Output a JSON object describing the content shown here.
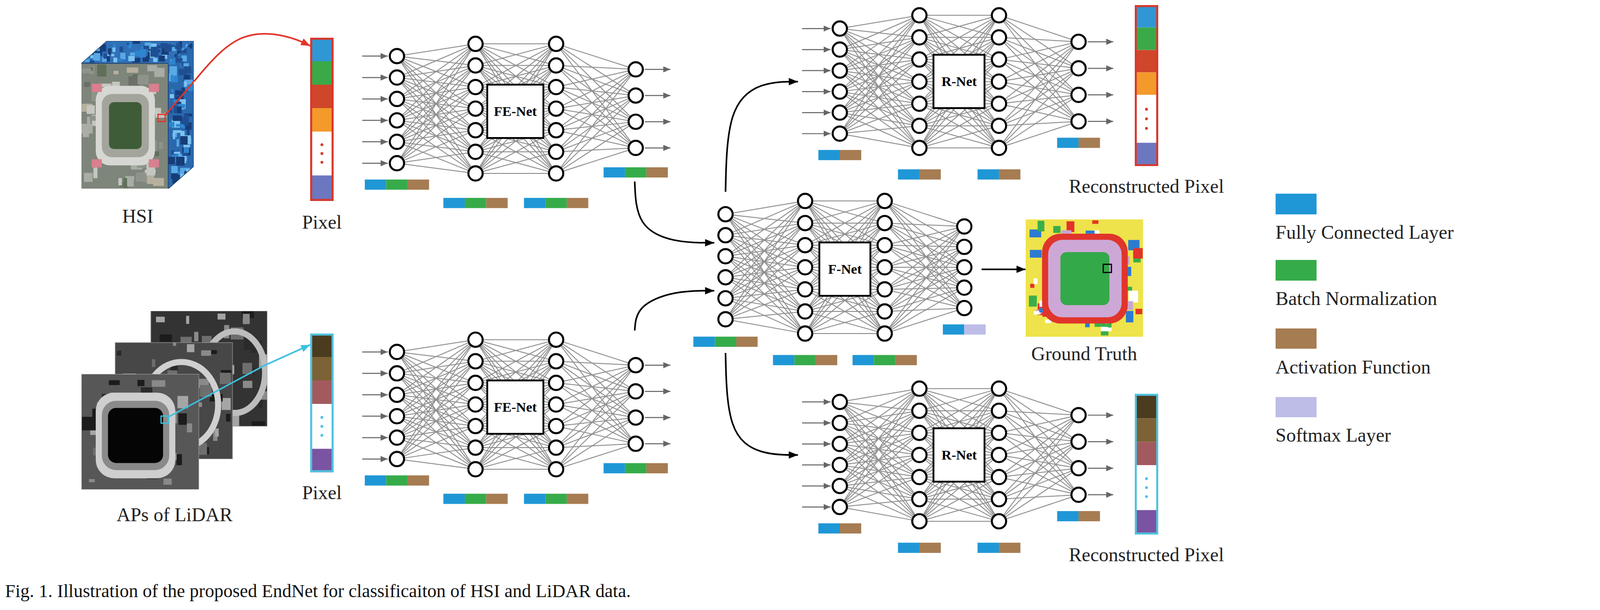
{
  "diagram": {
    "caption": "Fig. 1. Illustration of the proposed EndNet for classificaiton of HSI and LiDAR data.",
    "nodes": [
      {
        "text": [
          "HSI"
        ]
      },
      {
        "text": [
          "Pixel"
        ]
      },
      {
        "text": [
          "FE-Net"
        ]
      },
      {
        "text": [
          "APs of LiDAR"
        ]
      },
      {
        "text": [
          "Pixel"
        ]
      },
      {
        "text": [
          "FE-Net"
        ]
      },
      {
        "text": [
          "F-Net"
        ]
      },
      {
        "text": [
          "R-Net"
        ]
      },
      {
        "text": [
          "Reconstructed Pixel"
        ]
      },
      {
        "text": [
          "Ground Truth"
        ]
      },
      {
        "text": [
          "R-Net"
        ]
      },
      {
        "text": [
          "Reconstructed Pixel"
        ]
      }
    ],
    "edges": [
      {
        "from": 0,
        "to": 1,
        "arrow": "to"
      },
      {
        "from": 3,
        "to": 4,
        "arrow": "to"
      },
      {
        "from": 2,
        "to": 6,
        "arrow": "to"
      },
      {
        "from": 5,
        "to": 6,
        "arrow": "to"
      },
      {
        "from": 6,
        "to": 7,
        "arrow": "to"
      },
      {
        "from": 6,
        "to": 9,
        "arrow": "to"
      },
      {
        "from": 6,
        "to": 10,
        "arrow": "to"
      }
    ],
    "legend": [
      {
        "text": "Fully Connected Layer",
        "color": "#1f97d6"
      },
      {
        "text": "Batch Normalization",
        "color": "#36ab4a"
      },
      {
        "text": "Activation Function",
        "color": "#a67c52"
      },
      {
        "text": "Softmax Layer",
        "color": "#bdbde8"
      }
    ]
  }
}
